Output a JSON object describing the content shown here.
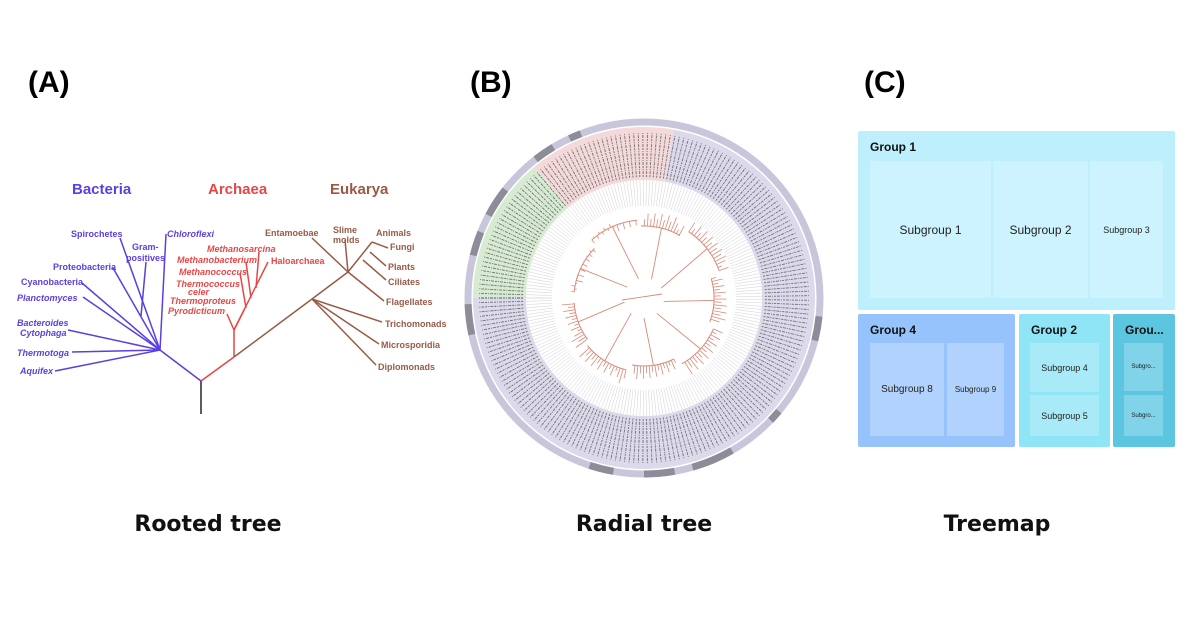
{
  "panels": {
    "a": {
      "label": "(A)",
      "caption": "Rooted tree"
    },
    "b": {
      "label": "(B)",
      "caption": "Radial tree"
    },
    "c": {
      "label": "(C)",
      "caption": "Treemap"
    }
  },
  "rooted_tree": {
    "domains": {
      "bacteria": "Bacteria",
      "archaea": "Archaea",
      "eukarya": "Eukarya"
    },
    "bacteria_taxa": {
      "spirochetes": "Spirochetes",
      "gram1": "Gram-",
      "gram2": "positives",
      "chloroflexi": "Chloroflexi",
      "proteobacteria": "Proteobacteria",
      "cyanobacteria": "Cyanobacteria",
      "planctomyces": "Planctomyces",
      "bacteroides": "Bacteroides",
      "cytophaga": "Cytophaga",
      "thermotoga": "Thermotoga",
      "aquifex": "Aquifex"
    },
    "archaea_taxa": {
      "methanosarcina": "Methanosarcina",
      "methanobacterium": "Methanobacterium",
      "haloarchaea": "Haloarchaea",
      "methanococcus": "Methanococcus",
      "thermococcus1": "Thermococcus",
      "thermococcus2": "celer",
      "thermoproteus": "Thermoproteus",
      "pyrodicticum": "Pyrodicticum"
    },
    "eukarya_taxa": {
      "entamoebae": "Entamoebae",
      "slime1": "Slime",
      "slime2": "molds",
      "animals": "Animals",
      "fungi": "Fungi",
      "plants": "Plants",
      "ciliates": "Ciliates",
      "flagellates": "Flagellates",
      "trichomonads": "Trichomonads",
      "microsporidia": "Microsporidia",
      "diplomonads": "Diplomonads"
    },
    "colors": {
      "bacteria": "#5b3fe0",
      "archaea": "#e84646",
      "eukarya": "#9a5a46",
      "root": "#333333"
    }
  },
  "radial_tree": {
    "colors": {
      "ring_main": "#dcdaea",
      "ring_pink": "#f3d9d9",
      "ring_green": "#d6ebd2",
      "outer_band": "#c8c6da",
      "outer_dark": "#8e8c98",
      "branches": "#d98a78",
      "spokes": "#d2d2da",
      "labels": "#555555"
    }
  },
  "treemap": {
    "groups": {
      "g1": {
        "name": "Group 1",
        "subgroups": [
          "Subgroup 1",
          "Subgroup 2",
          "Subgroup 3"
        ]
      },
      "g4": {
        "name": "Group 4",
        "subgroups": [
          "Subgroup 8",
          "Subgroup 9"
        ]
      },
      "g2": {
        "name": "Group 2",
        "subgroups": [
          "Subgroup 4",
          "Subgroup 5"
        ]
      },
      "g3": {
        "name": "Grou...",
        "subgroups": [
          "Subgro...",
          "Subgro..."
        ]
      }
    },
    "colors": {
      "g1": "#bdeffd",
      "g1_cell": "#ccf3fe",
      "g4": "#96c3fb",
      "g4_cell": "#b0d2fc",
      "g2": "#8fe4f6",
      "g2_cell": "#a8eaf8",
      "g3": "#5cc6e0",
      "g3_cell": "#80d3e8"
    }
  }
}
